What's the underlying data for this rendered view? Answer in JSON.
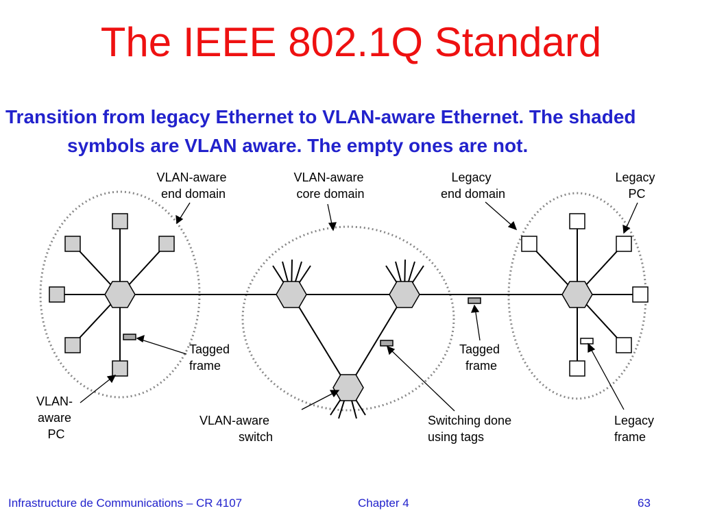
{
  "slide": {
    "title": "The IEEE 802.1Q Standard",
    "subtitle": "Transition from legacy Ethernet to VLAN-aware Ethernet.  The shaded symbols are VLAN aware.  The empty ones are not."
  },
  "diagram": {
    "labels": {
      "vlan_aware_end_domain": [
        "VLAN-aware",
        "end domain"
      ],
      "vlan_aware_core_domain": [
        "VLAN-aware",
        "core domain"
      ],
      "legacy_end_domain": [
        "Legacy",
        "end domain"
      ],
      "legacy_pc": [
        "Legacy",
        "PC"
      ],
      "tagged_frame_left": [
        "Tagged",
        "frame"
      ],
      "tagged_frame_right": [
        "Tagged",
        "frame"
      ],
      "vlan_aware_pc": [
        "VLAN-",
        "aware",
        "PC"
      ],
      "vlan_aware_switch": [
        "VLAN-aware",
        "switch"
      ],
      "switching_done": [
        "Switching done",
        "using tags"
      ],
      "legacy_frame": [
        "Legacy",
        "frame"
      ]
    },
    "colors": {
      "shaded": "#d0d0d0",
      "empty": "#ffffff",
      "outline": "#000000",
      "domain_border": "#888888"
    }
  },
  "footer": {
    "course": "Infrastructure de Communications – CR 4107",
    "chapter": "Chapter 4",
    "page": "63"
  }
}
